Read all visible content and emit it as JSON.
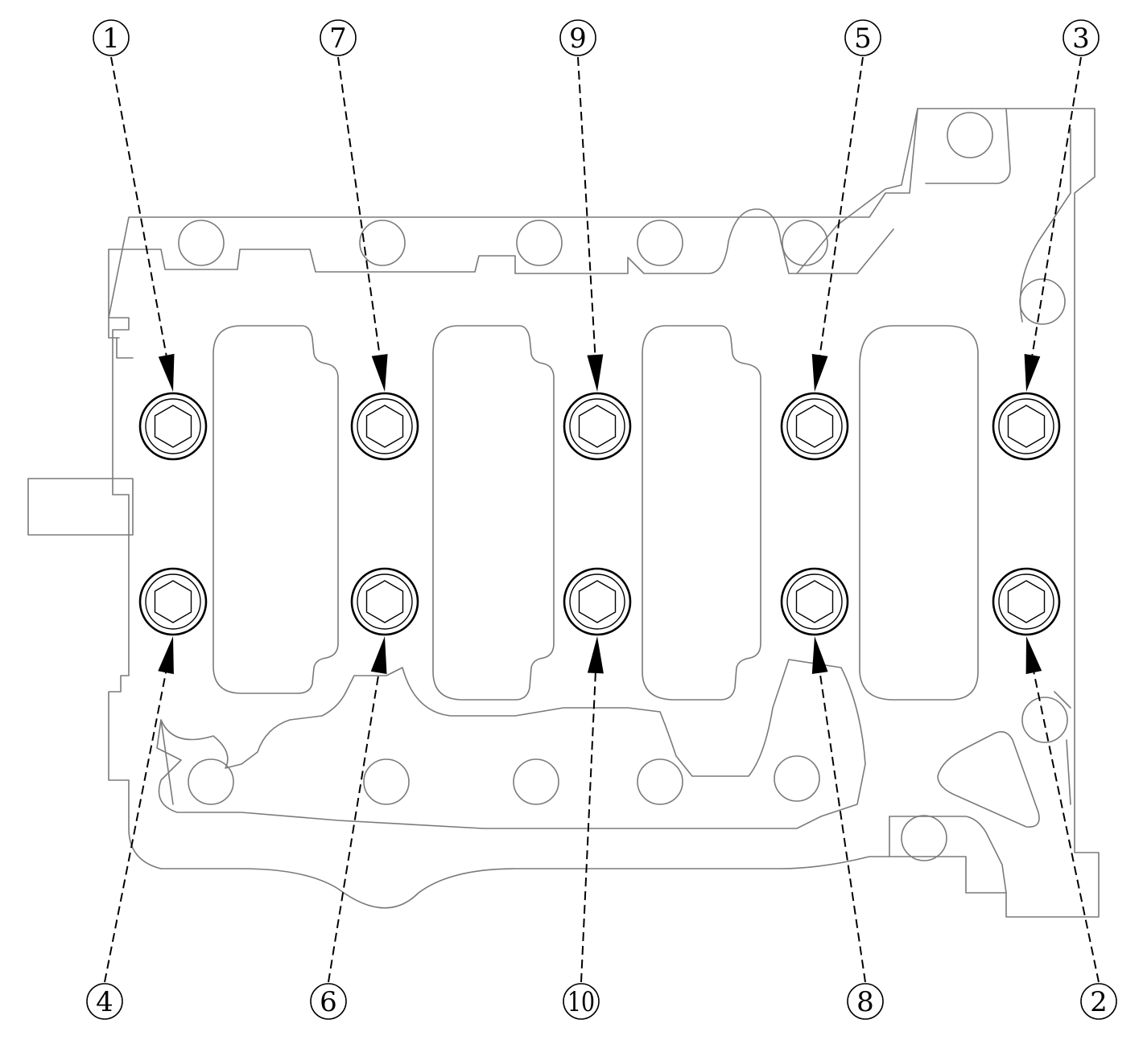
{
  "callouts": [
    {
      "id": "c1",
      "label": "1"
    },
    {
      "id": "c2",
      "label": "2"
    },
    {
      "id": "c3",
      "label": "3"
    },
    {
      "id": "c4",
      "label": "4"
    },
    {
      "id": "c5",
      "label": "5"
    },
    {
      "id": "c6",
      "label": "6"
    },
    {
      "id": "c7",
      "label": "7"
    },
    {
      "id": "c8",
      "label": "8"
    },
    {
      "id": "c9",
      "label": "9"
    },
    {
      "id": "c10",
      "label": "10"
    }
  ],
  "bolt_count": 10,
  "colors": {
    "line": "#000000",
    "outline": "#7a7a7a",
    "background": "#ffffff"
  }
}
